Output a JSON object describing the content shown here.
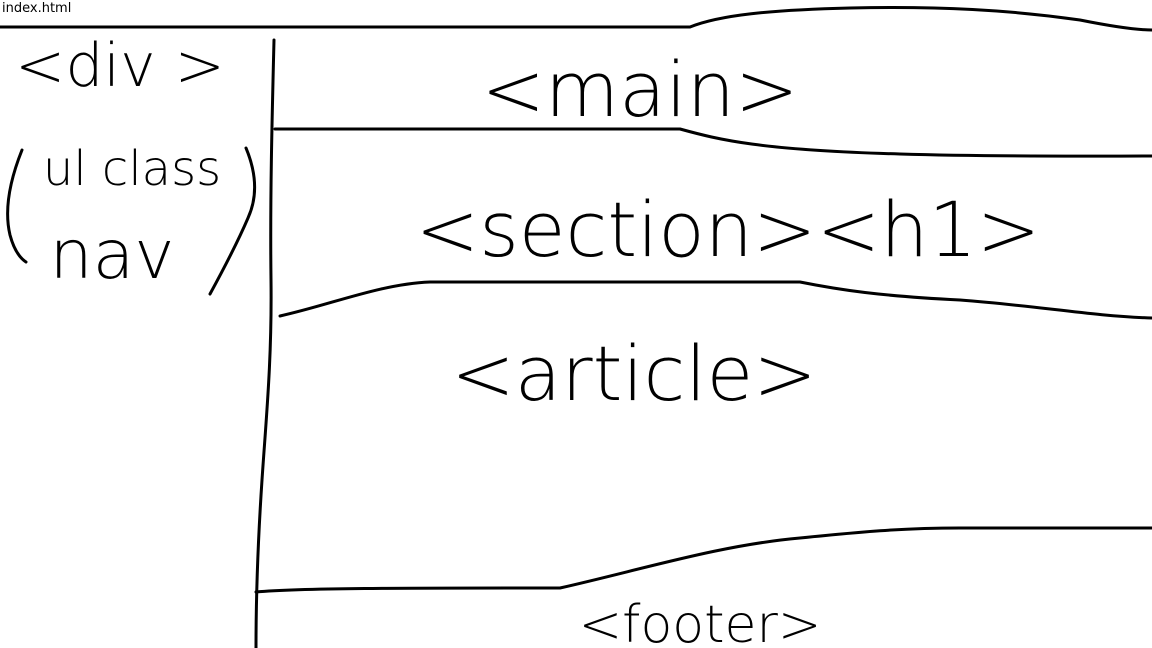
{
  "file_label": "index.html",
  "stroke_color": "#000000",
  "background_color": "#ffffff",
  "labels": {
    "div": "<div >",
    "ul_line1": "ul class",
    "ul_line2": "nav",
    "main": "<main>",
    "section": "<section><h1>",
    "article": "<article>",
    "footer": "<footer>"
  }
}
